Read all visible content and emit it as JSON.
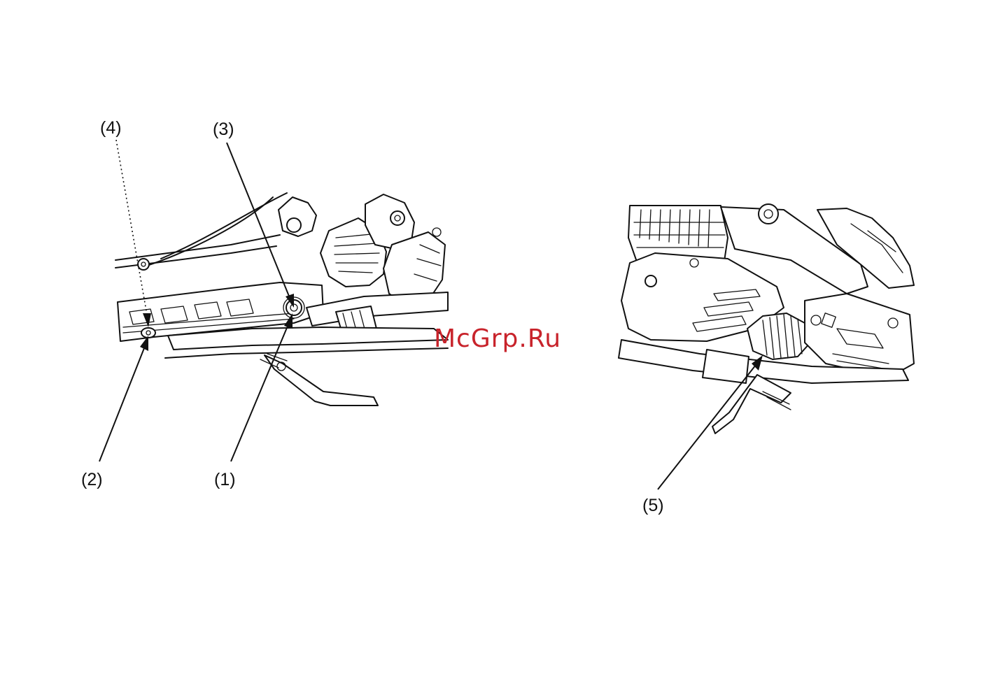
{
  "callouts": {
    "c1": "(1)",
    "c2": "(2)",
    "c3": "(3)",
    "c4": "(4)",
    "c5": "(5)"
  },
  "watermark": "McGrp.Ru",
  "colors": {
    "watermark": "#c8232b",
    "line": "#111111",
    "background": "#ffffff"
  }
}
